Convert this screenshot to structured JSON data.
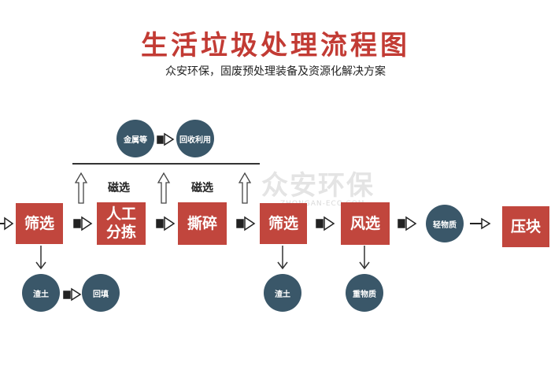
{
  "header": {
    "title": "生活垃圾处理流程图",
    "subtitle": "众安环保，固废预处理装备及资源化解决方案"
  },
  "watermark": {
    "main": "众安环保",
    "sub": "ZHONGAN-ECO.COM"
  },
  "process_steps": [
    {
      "id": "screening-1",
      "label": "筛选"
    },
    {
      "id": "manual-sorting",
      "label": "人工\n分拣"
    },
    {
      "id": "shredding",
      "label": "撕碎"
    },
    {
      "id": "screening-2",
      "label": "筛选"
    },
    {
      "id": "air-separation",
      "label": "风选"
    },
    {
      "id": "briquetting",
      "label": "压块"
    }
  ],
  "outputs": {
    "metals": "金属等",
    "recycling": "回收利用",
    "residue_soil_1": "渣土",
    "backfill": "回填",
    "residue_soil_2": "渣土",
    "heavy_materials": "重物质",
    "light_materials": "轻物质"
  },
  "magnetic_labels": [
    "磁选",
    "磁选"
  ],
  "colors": {
    "title_red": "#c23b34",
    "box_red": "#c1463d",
    "circle_blue": "#3a5769"
  }
}
